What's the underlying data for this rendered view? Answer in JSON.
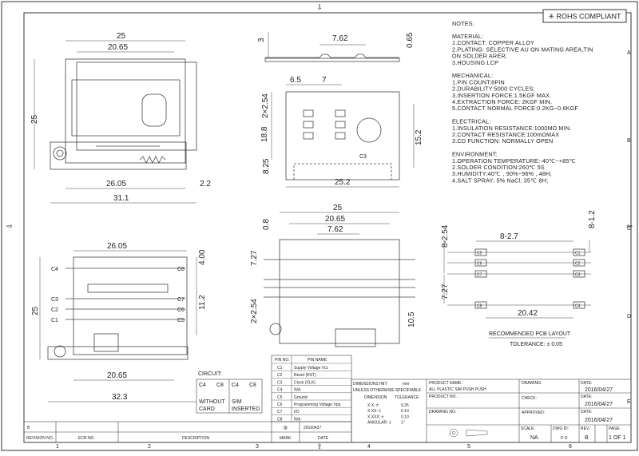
{
  "rohs_badge": "✳ ROHS COMPLIANT",
  "notes": {
    "heading": "NOTES:",
    "lines": [
      "MATERIAL:",
      "1.CONTACT: COPPER ALLOY",
      "2.PLATING: SELECTIVE AU ON MATING AREA,TIN",
      "   ON SOLDER ARER;",
      "3.HOUSING:LCP",
      "",
      "MECHANICAL:",
      "1.PIN COUNT:8PIN",
      "2.DURABILITY:5000 CYCLES;",
      "3.INSERTION FORCE:1.5KGF MAX.",
      "4.EXTRACTION FORCE: 2KGF MIN.",
      "5.CONTACT NORMAL FORCE:0.2KG~0.6KGF",
      "",
      "ELECTRICAL:",
      "1.INSULATION RESISTANCE:1000MΩ MIN.",
      "2.CONTACT RESISTANCE:100mΩMAX",
      "3.CD FUNCTION: NORMALLY OPEN",
      "",
      "ENVIRONMENT:",
      "1.OPERATION TEMPERATURE:-40℃~+85℃",
      "2.SOLDER CONDITION:260℃ 5S",
      "3.HUMIDITY:40℃ , 90%~96% , 48H;",
      "4.SALT SPRAY: 5% NaCl, 35℃ 8H;"
    ]
  },
  "top_view": {
    "dim_width": "25",
    "dim_inner": "20.65",
    "dim_height": "25",
    "dim_bottom": "26.05",
    "dim_right": "2.2",
    "dim_total": "31.1"
  },
  "side_view": {
    "dim_height": "3",
    "dim_center": "7.62",
    "dim_thick": "0.65"
  },
  "footprint_view": {
    "dim_a": "6.5",
    "dim_b": "7",
    "dim_pitch": "2×2.54",
    "dim_h1": "18.8",
    "dim_h2": "8.25",
    "dim_right": "15.2",
    "dim_bottom": "25.2",
    "c3_label": "C3"
  },
  "bottom_left_view": {
    "dim_top": "26.05",
    "dim_right1": "4.00",
    "dim_right2": "11.2",
    "dim_left": "25",
    "dim_bottom1": "20.65",
    "dim_bottom2": "32.3",
    "pins_left": [
      "C4",
      "C3",
      "C2",
      "C1"
    ],
    "pins_right": [
      "C8",
      "C7",
      "C6",
      "C5"
    ]
  },
  "pcb_layout_view": {
    "dim_width": "25",
    "dim_inner": "20.65",
    "dim_center": "7.62",
    "dim_a": "0.8",
    "dim_b": "7.27",
    "dim_pitch": "2×2.54",
    "dim_h": "10.5"
  },
  "recommended_layout": {
    "dim_left": "8-2.54",
    "dim_mid": "8-2.7",
    "dim_right": "8-1.2",
    "dim_vert": "7.27",
    "dim_bottom": "20.42",
    "pins_left": [
      "C5",
      "C6",
      "C7",
      "C8"
    ],
    "pins_right": [
      "C1",
      "C2",
      "C3",
      "C4"
    ],
    "title": "RECOMMENDED PCB LAYOUT",
    "tolerance": "TOLERANCE: ± 0.05"
  },
  "circuit": {
    "label": "CIRCUIT:",
    "pin_a": "C4",
    "pin_b": "C8",
    "without": "WITHOUT",
    "card": "CARD",
    "sim": "SIM",
    "inserted": "INSERTED"
  },
  "pin_table": {
    "col1": "PIN NO.",
    "col2": "PIN NAME",
    "rows": [
      {
        "pin": "C1",
        "name": "Supply Voltage Vcc"
      },
      {
        "pin": "C2",
        "name": "Reset (RST)"
      },
      {
        "pin": "C3",
        "name": "Clock (CLK)"
      },
      {
        "pin": "C4",
        "name": "N/A"
      },
      {
        "pin": "C5",
        "name": "Ground"
      },
      {
        "pin": "C6",
        "name": "Programming Voltage Vpp"
      },
      {
        "pin": "C7",
        "name": "I/O"
      },
      {
        "pin": "C8",
        "name": "N/A"
      }
    ]
  },
  "title_block": {
    "dimensions_label": "DIMENSIONS INIT:",
    "dimensions_unit": "mm",
    "unless": "UNLESS OTHERWISE SPECIFIABLE",
    "dim_col": "DIMENSION",
    "tol_col": "TOLERANCE",
    "tol_rows": [
      {
        "d": "X.X: ±",
        "t": "0.25"
      },
      {
        "d": "X.XX: ±",
        "t": "0.10"
      },
      {
        "d": "X.XXX: ±",
        "t": "0.10"
      },
      {
        "d": "ANGULAR: ±",
        "t": "1°"
      }
    ],
    "product_name_label": "PRODUCT NAME :",
    "product_name": "ALL PLASTIC SIM PUSH PUSH",
    "product_no_label": "PRODUCT NO. :",
    "drawing_no_label": "DRAWING NO. :",
    "drawing_label": "DRAWING:",
    "check_label": "CHECK:",
    "approved_label": "APPROVED:",
    "date_label": "DATE:",
    "date1": "2016/04/27",
    "date2": "2016/04/27",
    "date3": "2016/04/27",
    "scale_label": "SCALE:",
    "scale": "NA",
    "dwg_id_label": "DWG ID:",
    "dwg_id": "P O",
    "rev_label": "REV.:",
    "rev": "B",
    "page_label": "PAGE:",
    "page": "1 OF 1"
  },
  "revision_block": {
    "rev": "B",
    "mark_no": "③",
    "date": "20160427",
    "headers": [
      "REVISION NO.",
      "ECR NO.",
      "DESCRIPTION",
      "MARK",
      "DATE"
    ]
  },
  "frame": {
    "col_labels": [
      "1",
      "2",
      "3",
      "4",
      "5",
      "6"
    ],
    "row_labels": [
      "A",
      "B",
      "C",
      "D",
      "E"
    ]
  }
}
